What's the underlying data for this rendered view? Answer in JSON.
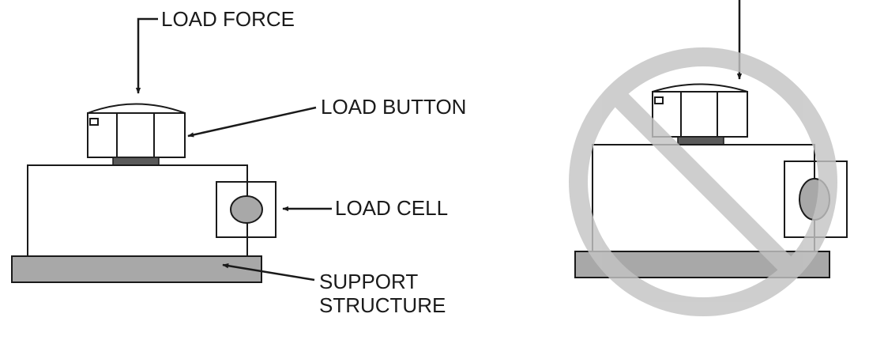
{
  "labels": {
    "load_force": "LOAD FORCE",
    "load_button": "LOAD BUTTON",
    "load_cell": "LOAD CELL",
    "support_structure_line1": "SUPPORT",
    "support_structure_line2": "STRUCTURE"
  },
  "colors": {
    "line": "#1a1a1a",
    "support_fill": "#a8a8a8",
    "prohibition_ring": "#c4c4c4",
    "background": "#ffffff"
  },
  "icons": [
    "arrow-icon",
    "prohibition-icon"
  ]
}
